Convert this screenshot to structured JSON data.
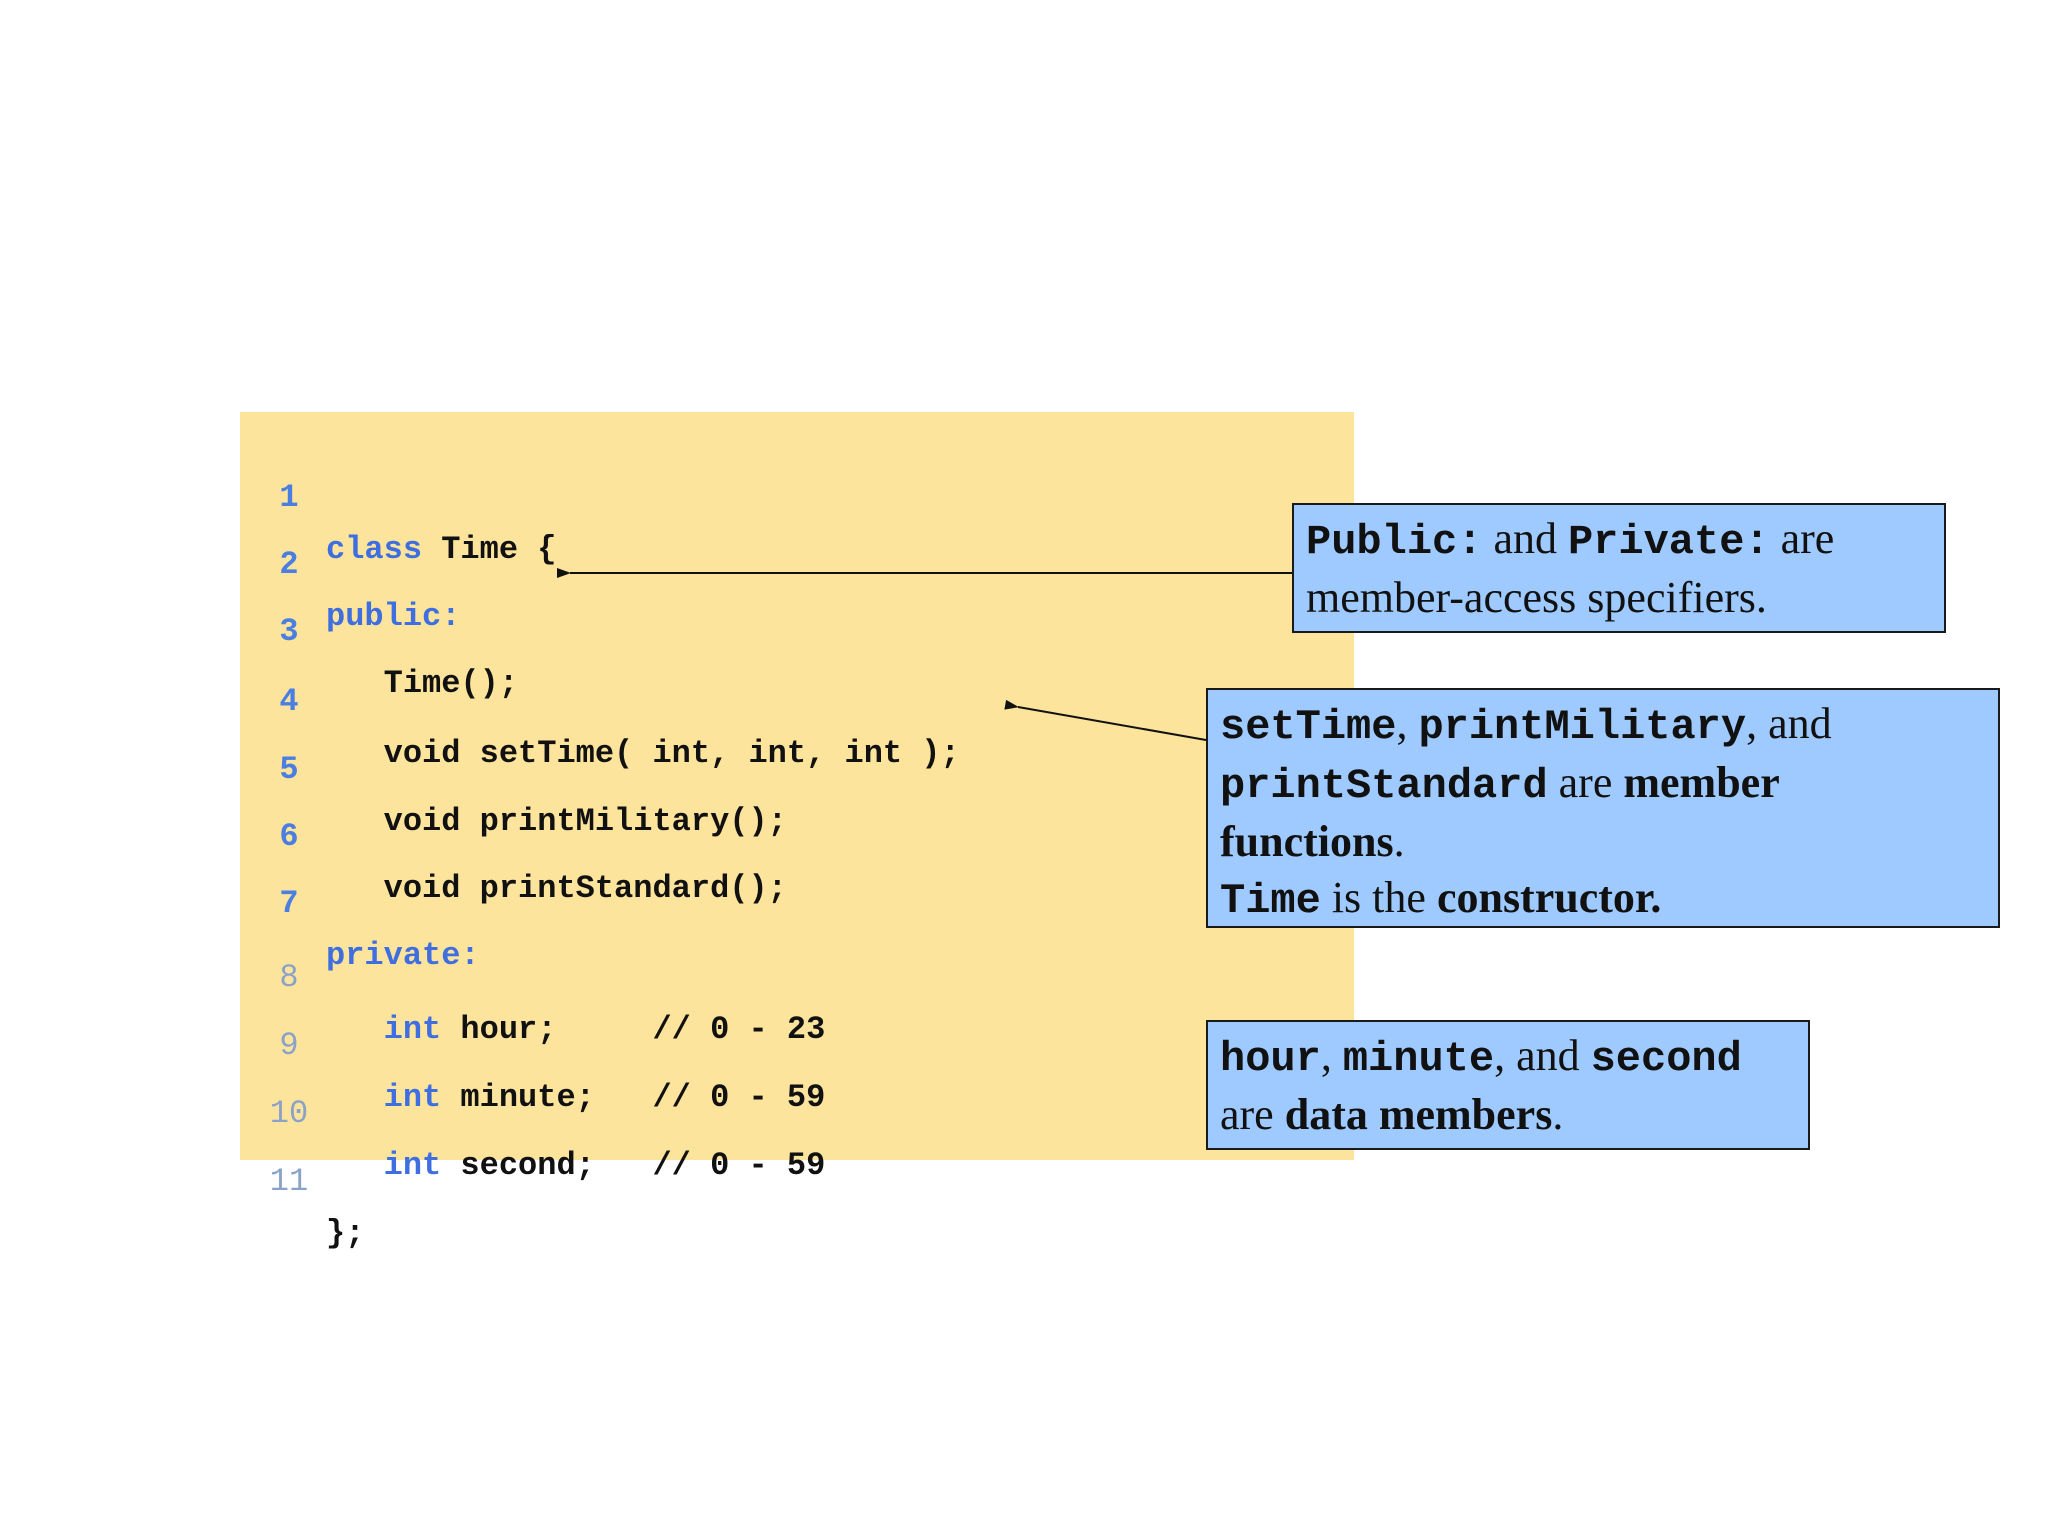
{
  "code": {
    "lines": [
      {
        "num": "1",
        "a": "class",
        "b": " Time {"
      },
      {
        "num": "2",
        "a": "public:",
        "b": ""
      },
      {
        "num": "3",
        "a": "",
        "b": "   Time();"
      },
      {
        "num": "4",
        "a": "",
        "b": "   void setTime( int, int, int );"
      },
      {
        "num": "5",
        "a": "",
        "b": "   void printMilitary();"
      },
      {
        "num": "6",
        "a": "",
        "b": "   void printStandard();"
      },
      {
        "num": "7",
        "a": "private:",
        "b": ""
      },
      {
        "num": "8",
        "a": "   int",
        "b": " hour;     // 0 - 23"
      },
      {
        "num": "9",
        "a": "   int",
        "b": " minute;   // 0 - 59"
      },
      {
        "num": "10",
        "a": "   int",
        "b": " second;   // 0 - 59"
      },
      {
        "num": "11",
        "a": "",
        "b": "};"
      }
    ]
  },
  "callouts": {
    "access": {
      "t1": "Public:",
      "t2": " and ",
      "t3": "Private:",
      "t4": " are",
      "t5": "member-access specifiers."
    },
    "functions": {
      "t1": "setTime",
      "t2": ", ",
      "t3": "printMilitary",
      "t4": ", and",
      "t5": "printStandard",
      "t6": " are ",
      "t7": "member",
      "t8": "functions",
      "t9": ".",
      "t10": "Time",
      "t11": " is the ",
      "t12": "constructor."
    },
    "data": {
      "t1": "hour",
      "t2": ", ",
      "t3": "minute",
      "t4": ", and ",
      "t5": "second",
      "t6": "are ",
      "t7": "data members",
      "t8": "."
    }
  },
  "colors": {
    "code_background": "#fce49c",
    "callout_background": "#9fcaff",
    "keyword": "#3f6ee0",
    "line_number": "#4a7ee0"
  }
}
